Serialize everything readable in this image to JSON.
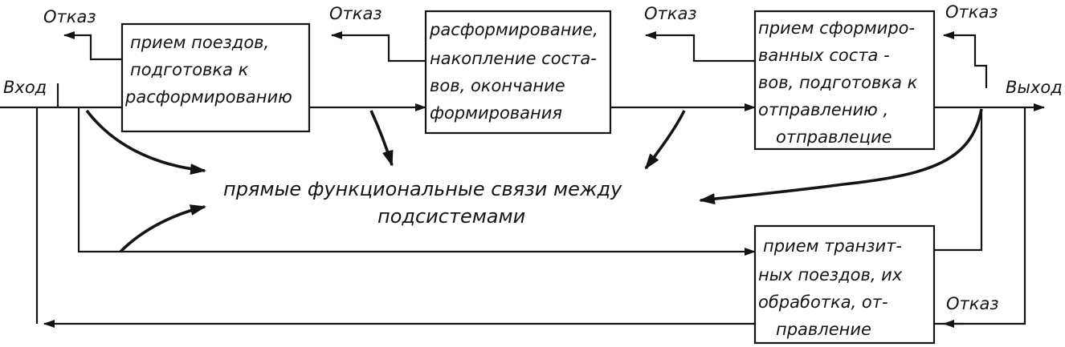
{
  "labels": {
    "input": "Вход",
    "output": "Выход",
    "refusal": "Отказ"
  },
  "boxes": {
    "box1": [
      "прием поездов,",
      "подготовка к",
      "расформированию"
    ],
    "box2": [
      "расформирование,",
      "накопление соста-",
      "вов, окончание",
      "формирования"
    ],
    "box3": [
      "прием сформиро-",
      "ванных соста -",
      "вов, подготовка к",
      "отправлению ,",
      "отправлецие"
    ],
    "box4": [
      "прием транзит-",
      "ных поездов, их",
      "обработка, от-",
      "правление"
    ]
  },
  "center": [
    "прямые функциональные связи между",
    "подсистемами"
  ]
}
